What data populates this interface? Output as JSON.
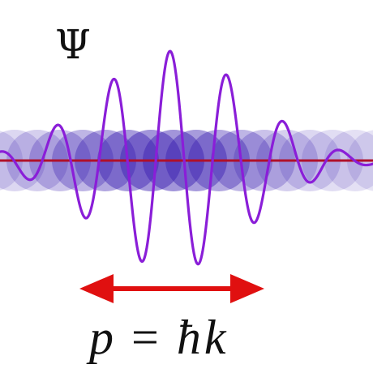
{
  "diagram": {
    "wavefunction_symbol": "Ψ",
    "formula": {
      "p": "p",
      "equals": "=",
      "hbar": "ħ",
      "k": "k"
    },
    "colors": {
      "background": "#ffffff",
      "particle_blob": "#3a1fb0",
      "wave_curve": "#8a1ed8",
      "axis_line": "#b0102a",
      "momentum_arrow": "#e01010",
      "text": "#111111"
    }
  }
}
